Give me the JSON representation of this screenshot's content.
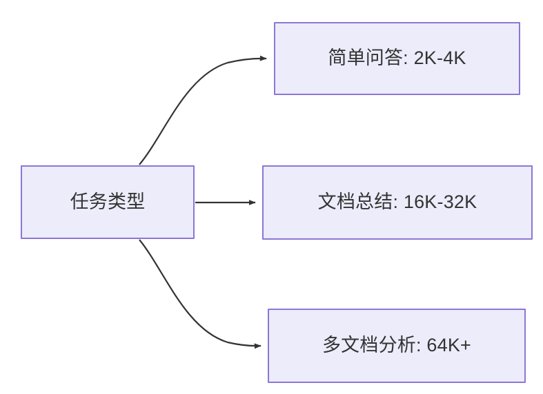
{
  "diagram": {
    "type": "flowchart",
    "direction": "left-to-right",
    "background_color": "#ffffff",
    "node_fill_color": "#ececfb",
    "node_border_color": "#8c76d4",
    "node_text_color": "#333333",
    "edge_color": "#333333",
    "nodes": [
      {
        "id": "root",
        "label": "任务类型"
      },
      {
        "id": "simple_qa",
        "label": "简单问答: 2K-4K"
      },
      {
        "id": "doc_summary",
        "label": "文档总结: 16K-32K"
      },
      {
        "id": "multi_doc",
        "label": "多文档分析: 64K+"
      }
    ],
    "edges": [
      {
        "from": "root",
        "to": "simple_qa",
        "style": "curved",
        "arrow": "triangle"
      },
      {
        "from": "root",
        "to": "doc_summary",
        "style": "straight",
        "arrow": "triangle"
      },
      {
        "from": "root",
        "to": "multi_doc",
        "style": "curved",
        "arrow": "triangle"
      }
    ]
  }
}
